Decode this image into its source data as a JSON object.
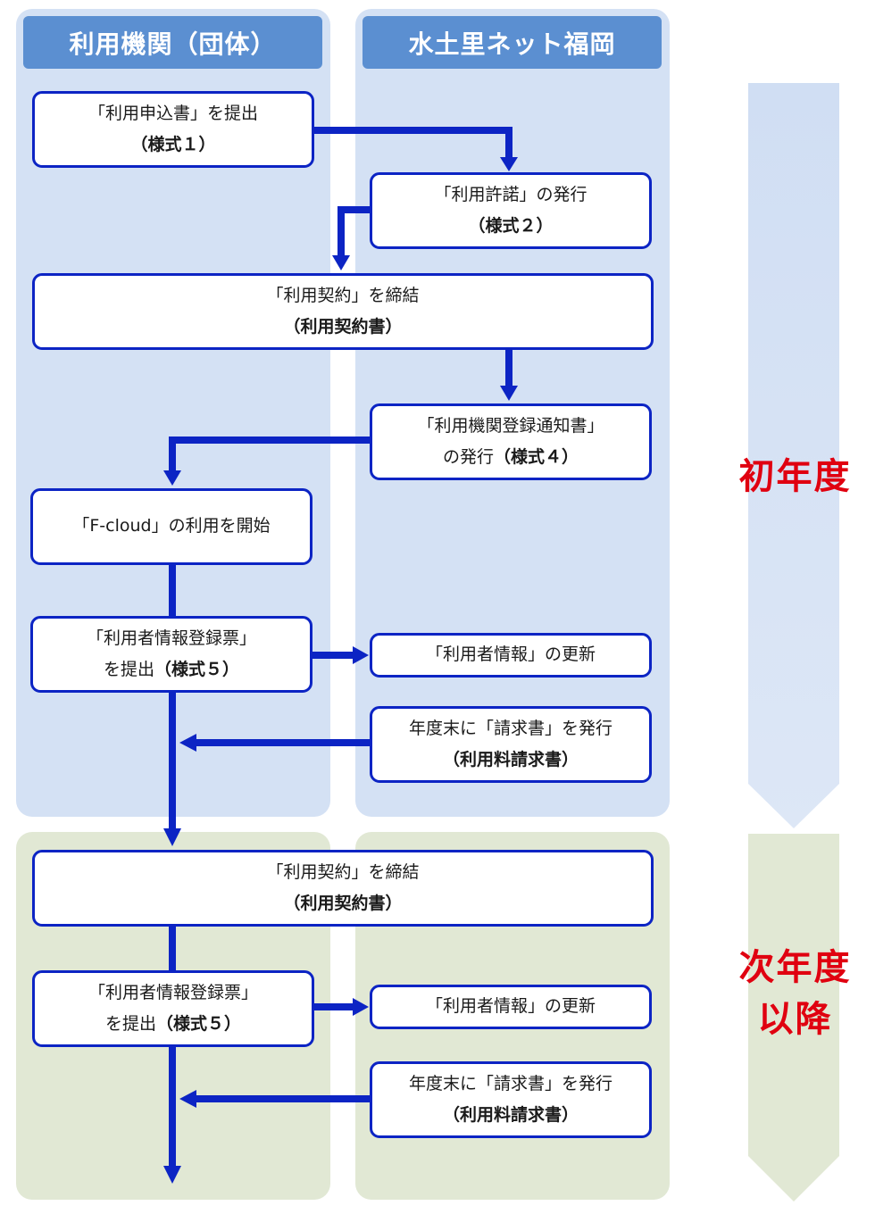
{
  "lanes": {
    "left_header": "利用機関（団体）",
    "right_header": "水土里ネット福岡"
  },
  "colors": {
    "lane_blue": "#d4e1f4",
    "lane_green": "#e1e8d4",
    "header": "#5b8fd1",
    "box_border": "#0c24c4",
    "arrow": "#0c24c4",
    "period_text": "#e00010"
  },
  "first_year": {
    "label": "初年度",
    "steps": [
      {
        "line1": "「利用申込書」を提出",
        "line2": "（様式１）"
      },
      {
        "line1": "「利用許諾」の発行",
        "line2": "（様式２）"
      },
      {
        "line1": "「利用契約」を締結",
        "line2": "（利用契約書）"
      },
      {
        "line1": "「利用機関登録通知書」",
        "line2a": "の発行",
        "line2b": "（様式４）"
      },
      {
        "line1": "「F-cloud」の利用を開始"
      },
      {
        "line1": "「利用者情報登録票」",
        "line2a": "を提出",
        "line2b": "（様式５）"
      },
      {
        "line1": "「利用者情報」の更新"
      },
      {
        "line1": "年度末に「請求書」を発行",
        "line2": "（利用料請求書）"
      }
    ]
  },
  "next_year": {
    "label_line1": "次年度",
    "label_line2": "以降",
    "steps": [
      {
        "line1": "「利用契約」を締結",
        "line2": "（利用契約書）"
      },
      {
        "line1": "「利用者情報登録票」",
        "line2a": "を提出",
        "line2b": "（様式５）"
      },
      {
        "line1": "「利用者情報」の更新"
      },
      {
        "line1": "年度末に「請求書」を発行",
        "line2": "（利用料請求書）"
      }
    ]
  }
}
